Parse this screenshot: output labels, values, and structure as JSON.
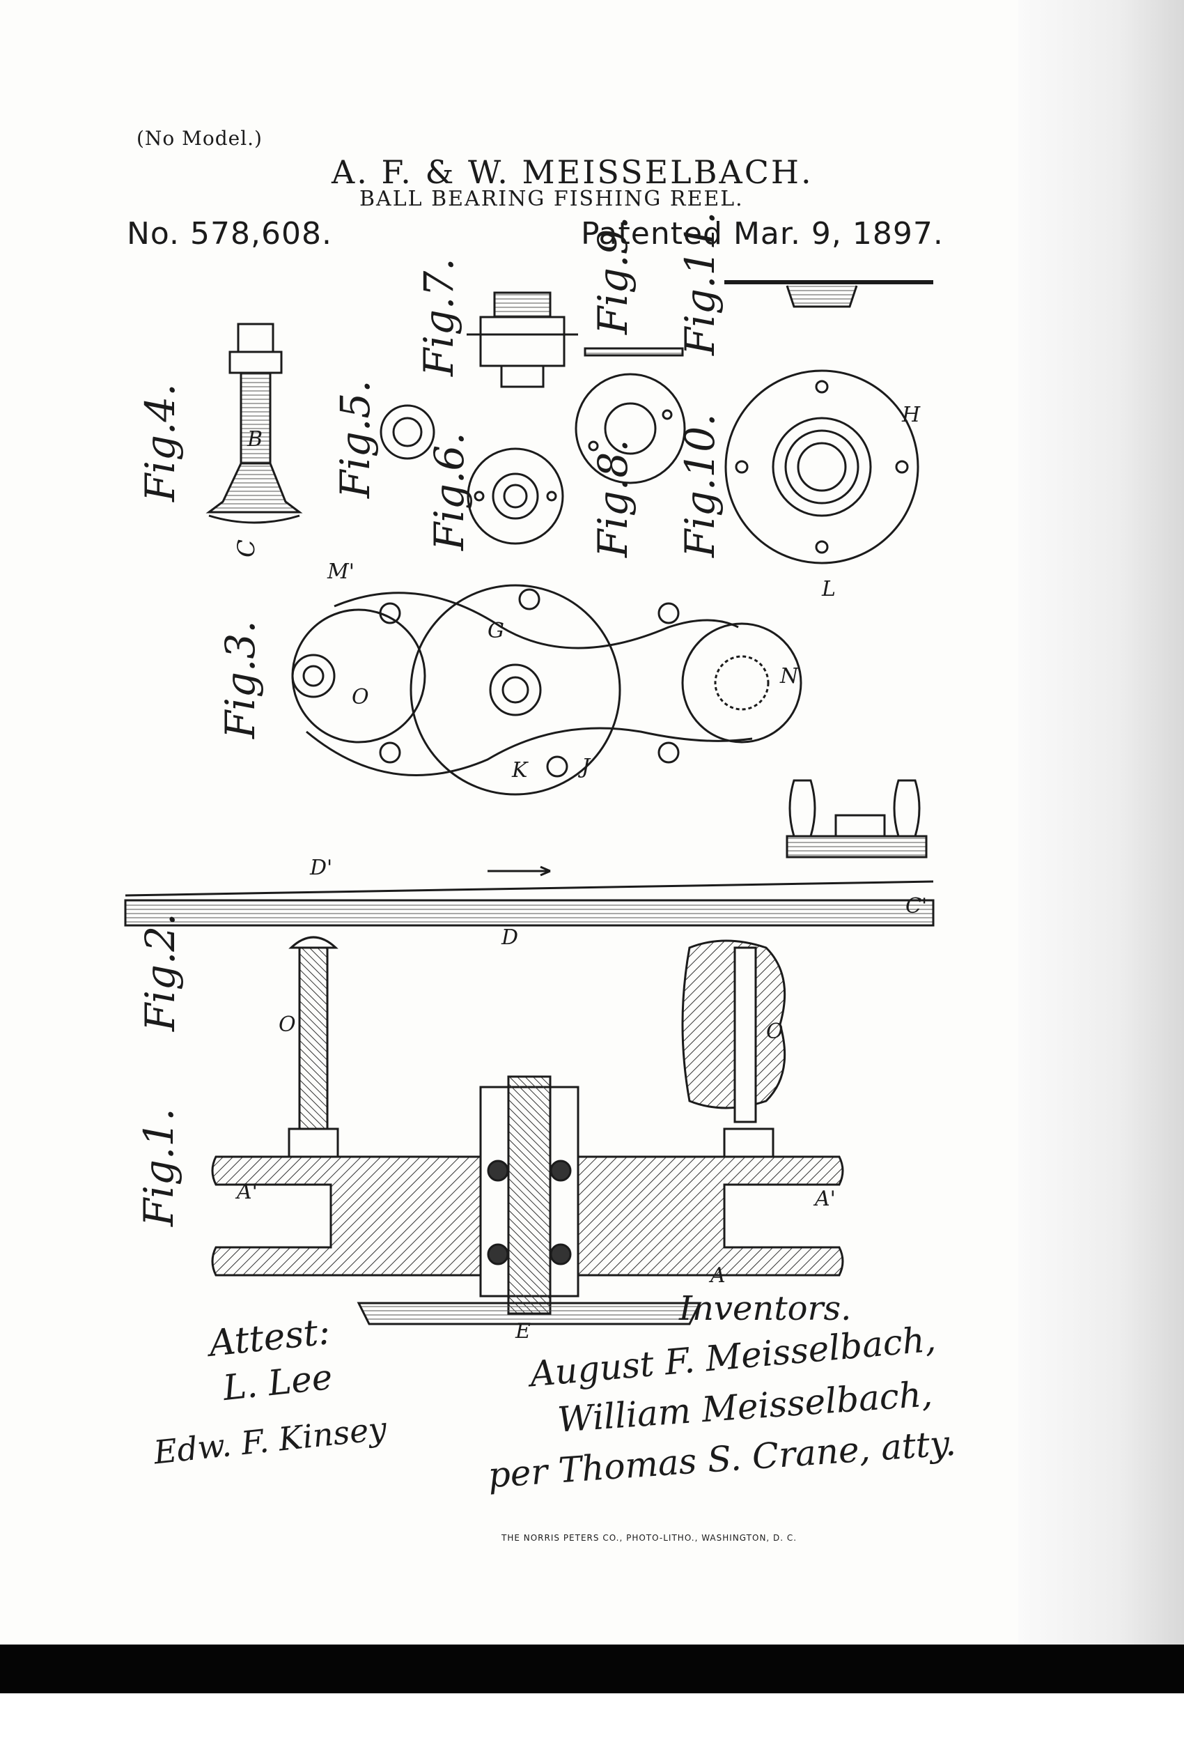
{
  "header": {
    "model_note": "(No Model.)",
    "inventors": "A. F. & W. MEISSELBACH.",
    "title": "BALL BEARING FISHING REEL.",
    "patent_number": "No. 578,608.",
    "patent_date": "Patented Mar. 9, 1897."
  },
  "figures": {
    "fig1": "Fig.1.",
    "fig2": "Fig.2.",
    "fig3": "Fig.3.",
    "fig4": "Fig.4.",
    "fig5": "Fig.5.",
    "fig6": "Fig.6.",
    "fig7": "Fig.7.",
    "fig8": "Fig.8.",
    "fig9": "Fig.9.",
    "fig10": "Fig.10.",
    "fig11": "Fig.11."
  },
  "signatures": {
    "attest_heading": "Attest:",
    "witness_1": "L. Lee",
    "witness_2": "Edw. F. Kinsey",
    "inventors_heading": "Inventors.",
    "inventor_1": "August F. Meisselbach,",
    "inventor_2": "William Meisselbach,",
    "attorney": "per Thomas S. Crane, atty."
  },
  "imprint": "THE NORRIS PETERS CO., PHOTO-LITHO., WASHINGTON, D. C."
}
